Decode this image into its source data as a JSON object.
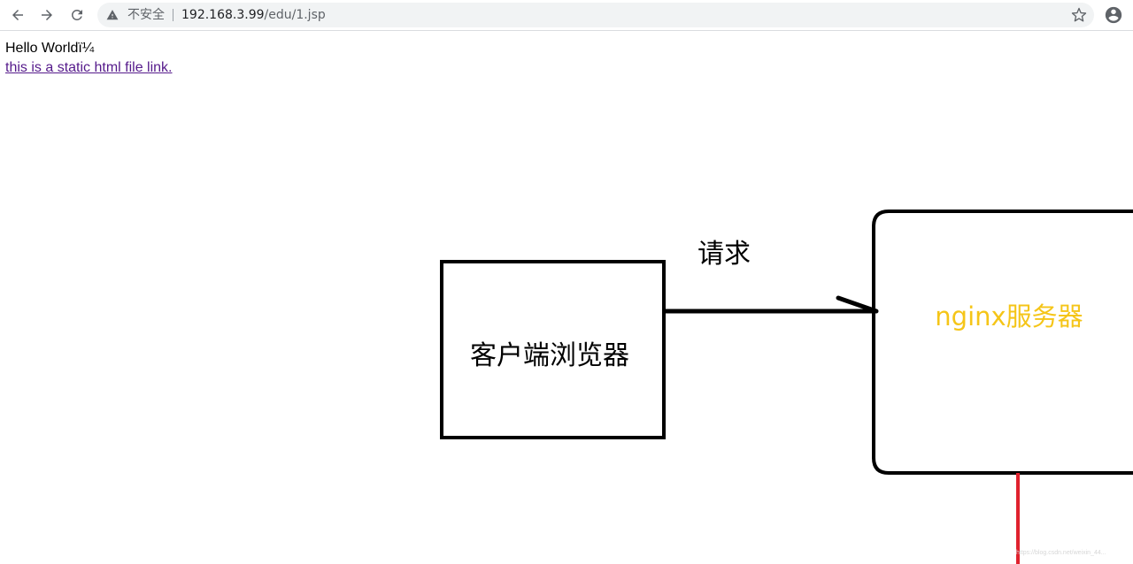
{
  "browser": {
    "security_label": "不安全",
    "url_host": "192.168.3.99",
    "url_path": "/edu/1.jsp",
    "icons": [
      "back-arrow-icon",
      "forward-arrow-icon",
      "reload-icon",
      "warning-icon",
      "star-icon",
      "account-icon"
    ]
  },
  "page": {
    "heading_text": "Hello Worldï¼",
    "link_text": "this is a static html file link.",
    "link_color": "#551a8b"
  },
  "diagram": {
    "client_label": "客户端浏览器",
    "request_label": "请求",
    "server_label": "nginx服务器",
    "server_label_color": "#f5c518",
    "line_color": "#000000",
    "red_line_color": "#e0222e"
  },
  "watermark": "https://blog.csdn.net/weixin_44..."
}
